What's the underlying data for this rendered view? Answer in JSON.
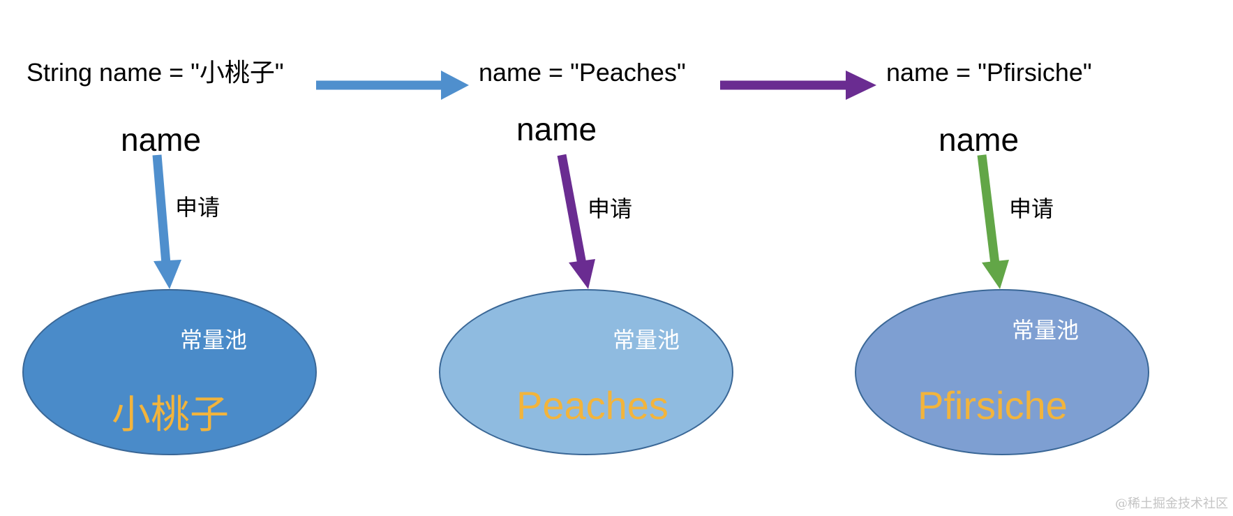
{
  "steps": [
    {
      "code": "String name = \"小桃子\"",
      "variable": "name",
      "action": "申请",
      "pool_label": "常量池",
      "value": "小桃子"
    },
    {
      "code": "name = \"Peaches\"",
      "variable": "name",
      "action": "申请",
      "pool_label": "常量池",
      "value": "Peaches"
    },
    {
      "code": "name = \"Pfirsiche\"",
      "variable": "name",
      "action": "申请",
      "pool_label": "常量池",
      "value": "Pfirsiche"
    }
  ],
  "colors": {
    "blue_arrow": "#4f8fcd",
    "purple_arrow": "#6a2c91",
    "green_arrow": "#62a647",
    "pool1_fill": "#4a8bc9",
    "pool2_fill": "#8fbbe0",
    "pool3_fill": "#7e9fd2",
    "pool_stroke": "#3a6796",
    "value_text": "#f2b43c"
  },
  "watermark": "@稀土掘金技术社区"
}
